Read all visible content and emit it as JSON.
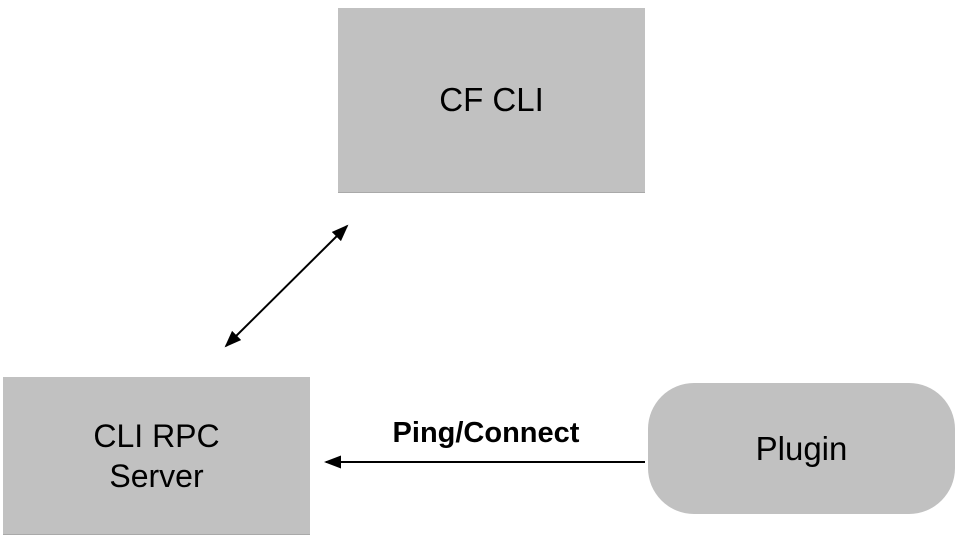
{
  "diagram": {
    "background_color": "#ffffff",
    "nodes": {
      "cf_cli": {
        "label": "CF CLI",
        "shape": "rectangle",
        "fill": "#c1c1c1"
      },
      "cli_rpc_server": {
        "label": "CLI RPC\nServer",
        "shape": "rectangle",
        "fill": "#c1c1c1"
      },
      "plugin": {
        "label": "Plugin",
        "shape": "rounded-rectangle",
        "fill": "#c1c1c1"
      }
    },
    "edges": {
      "rpc_to_cf_cli": {
        "type": "double-arrow",
        "from": "CLI RPC Server",
        "to": "CF CLI",
        "label": ""
      },
      "plugin_to_rpc": {
        "type": "single-arrow",
        "from": "Plugin",
        "to": "CLI RPC Server",
        "label": "Ping/Connect"
      }
    },
    "colors": {
      "arrow": "#000000",
      "text": "#000000"
    }
  }
}
